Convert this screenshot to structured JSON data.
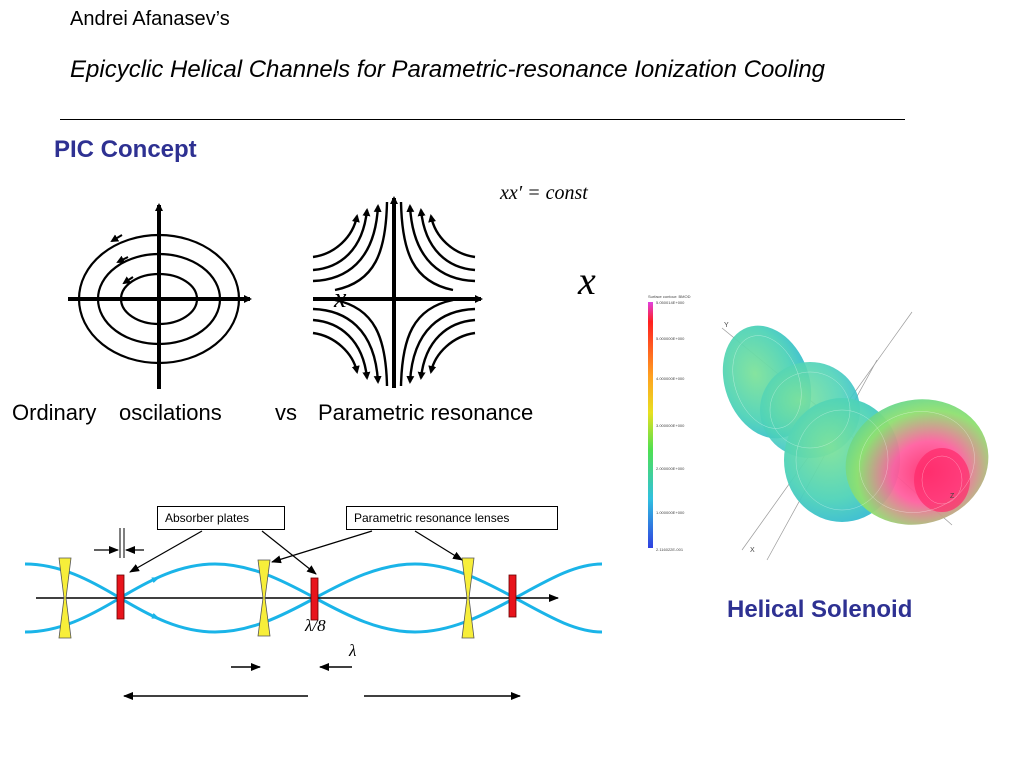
{
  "header": {
    "author": "Andrei Afanasev’s",
    "title": "Epicyclic Helical Channels for Parametric-resonance Ionization Cooling"
  },
  "section_title": "PIC Concept",
  "equation": "xx′ = const",
  "axis_labels": {
    "large_x": "x",
    "small_x": "x"
  },
  "phase_space_labels": {
    "ordinary": "Ordinary",
    "oscillations": "oscilations",
    "versus": "vs",
    "parametric": "Parametric resonance"
  },
  "channel": {
    "absorber_label": "Absorber plates",
    "lens_label": "Parametric resonance lenses",
    "lambda_over_8": "λ/8",
    "lambda": "λ"
  },
  "solenoid": {
    "title": "Helical Solenoid",
    "colorbar_title": "Surface contour: BMOD",
    "colorbar_ticks": [
      "5.050014E+000",
      "5.000000E+000",
      "4.000000E+000",
      "3.000000E+000",
      "2.000000E+000",
      "1.000000E+000",
      "2.116022E-001"
    ],
    "axis_labels": {
      "y": "Y",
      "x": "X",
      "z": "Z"
    }
  },
  "colors": {
    "section_title": "#2e3192",
    "beam": "#1ab4e8",
    "absorber": "#e8141c",
    "lens": "#f7ee3a"
  }
}
